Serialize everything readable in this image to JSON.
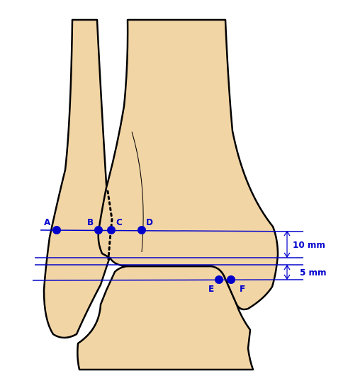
{
  "colors": {
    "bone_fill": "#f2d5a5",
    "outline": "#000000",
    "accent": "#0000cc"
  },
  "points": {
    "A": "A",
    "B": "B",
    "C": "C",
    "D": "D",
    "E": "E",
    "F": "F"
  },
  "dimensions": {
    "upper": "10 mm",
    "lower": "5 mm"
  }
}
